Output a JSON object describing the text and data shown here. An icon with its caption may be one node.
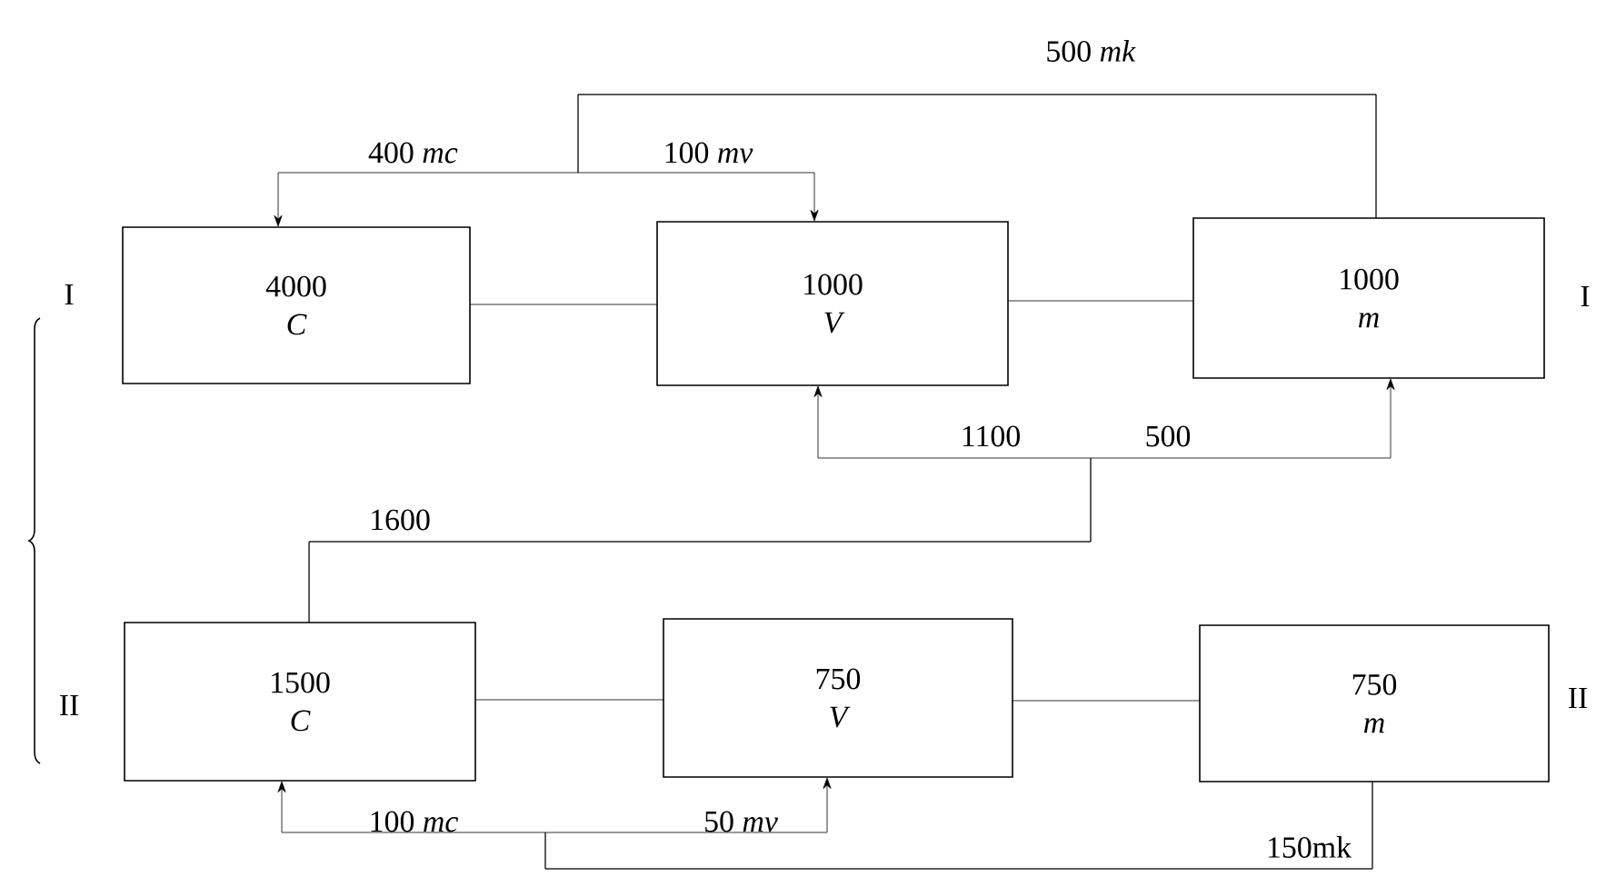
{
  "diagram": {
    "nodes": [
      {
        "text": [
          "4000",
          "C"
        ]
      },
      {
        "text": [
          "1000",
          "V"
        ]
      },
      {
        "text": [
          "1000",
          "m"
        ]
      },
      {
        "text": [
          "1500",
          "C"
        ]
      },
      {
        "text": [
          "750",
          "V"
        ]
      },
      {
        "text": [
          "750",
          "m"
        ]
      }
    ],
    "edges": [
      {
        "from": 0,
        "to": 1,
        "arrow": "none"
      },
      {
        "from": 1,
        "to": 2,
        "arrow": "none"
      },
      {
        "from": 3,
        "to": 4,
        "arrow": "none"
      },
      {
        "from": 4,
        "to": 5,
        "arrow": "none"
      },
      {
        "from": 2,
        "to": 0,
        "arrow": "to",
        "label": "400 *mc*"
      },
      {
        "from": 2,
        "to": 1,
        "arrow": "to",
        "label": "100 *mv*"
      },
      {
        "from": 3,
        "to": 1,
        "arrow": "to",
        "label": "1100"
      },
      {
        "from": 3,
        "to": 2,
        "arrow": "to",
        "label": "500"
      },
      {
        "from": 5,
        "to": 3,
        "arrow": "to",
        "label": "100 *mc*"
      },
      {
        "from": 5,
        "to": 4,
        "arrow": "to",
        "label": "50 *mv*"
      }
    ],
    "labels": [
      "500 *mk*",
      "I",
      "I",
      "1600",
      "II",
      "II",
      "150mk"
    ]
  }
}
